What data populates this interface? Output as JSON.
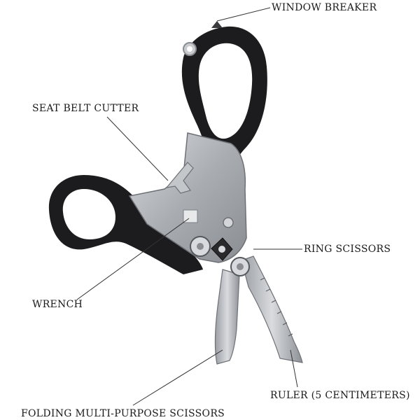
{
  "callouts": {
    "window_breaker": "WINDOW BREAKER",
    "seat_belt_cutter": "SEAT BELT CUTTER",
    "ring_scissors": "RING SCISSORS",
    "wrench": "WRENCH",
    "ruler": "RULER (5 CENTIMETERS)",
    "folding_scissors": "FOLDING MULTI-PURPOSE SCISSORS"
  },
  "colors": {
    "handle": "#1c1c1e",
    "steel": "#b9bcc0",
    "steel_dark": "#7d8186",
    "line": "#333333"
  }
}
